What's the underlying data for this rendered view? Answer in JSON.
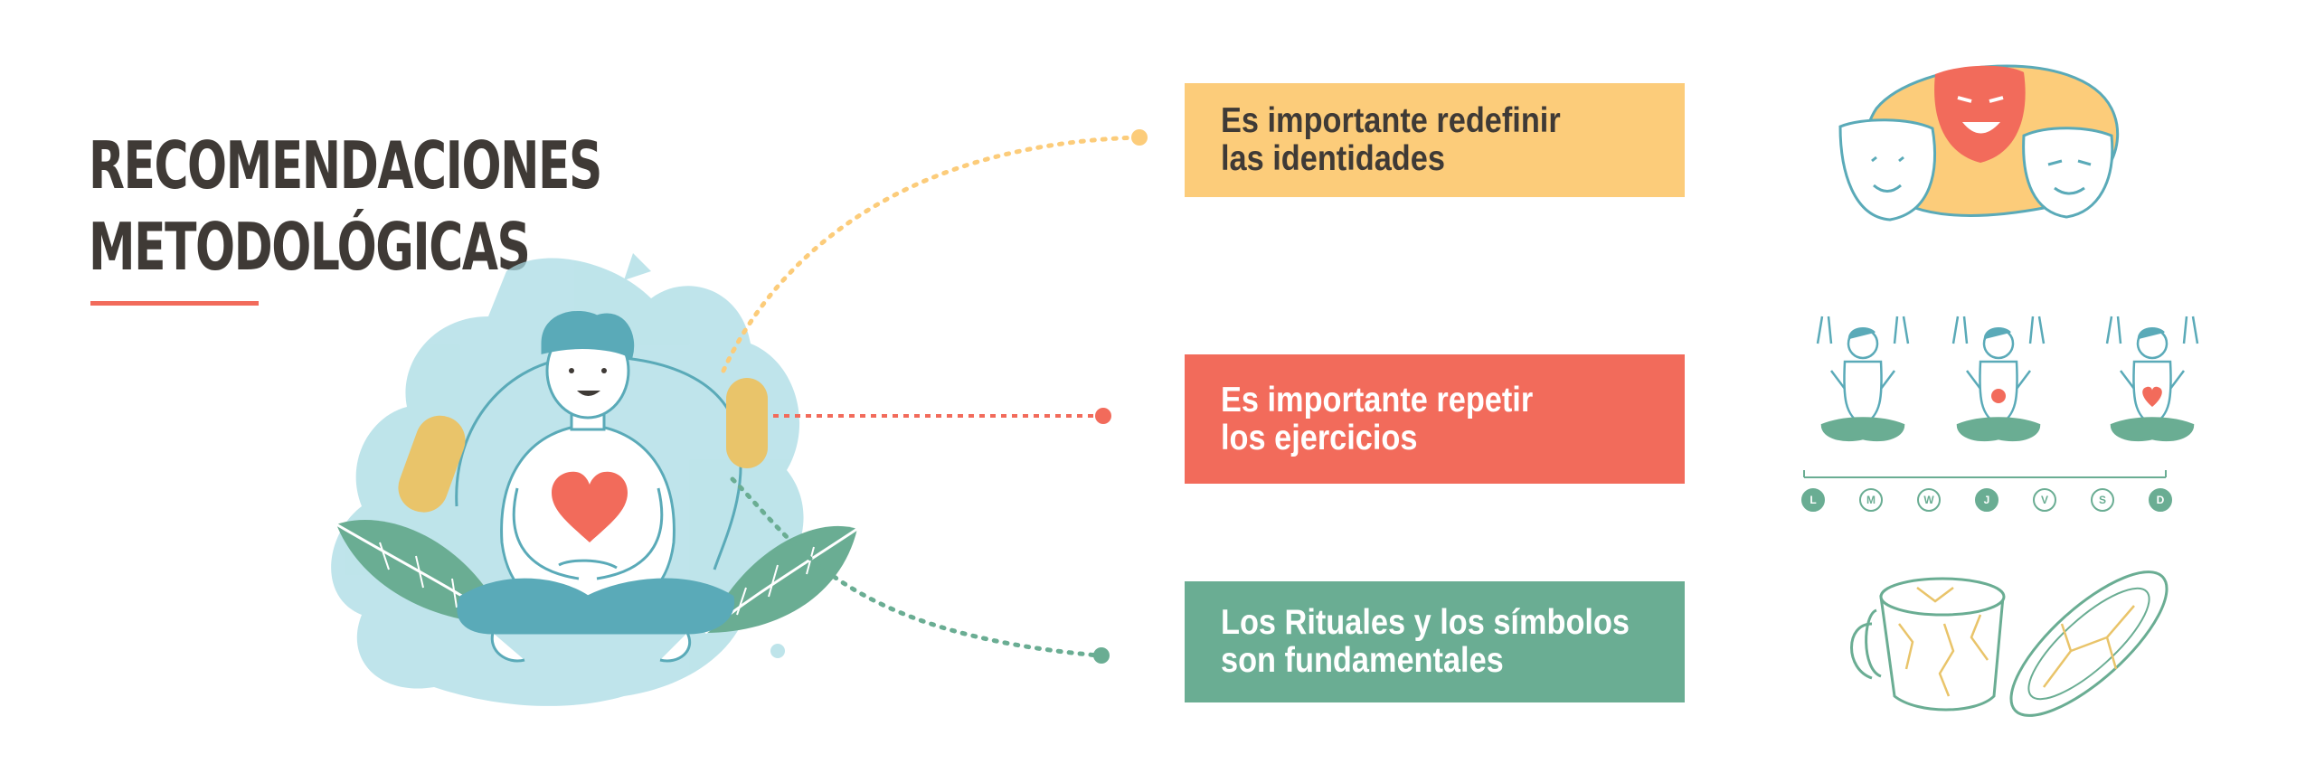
{
  "title": {
    "line1": "RECOMENDACIONES",
    "line2": "METODOLÓGICAS"
  },
  "recommendations": [
    {
      "line1": "Es importante redefinir",
      "line2": "las identidades",
      "color": "#fccc7a",
      "text_color": "#3f3a36",
      "icon": "theater-masks-icon"
    },
    {
      "line1": "Es importante repetir",
      "line2": "los ejercicios",
      "color": "#f26b5b",
      "text_color": "#ffffff",
      "icon": "weekly-meditation-icon"
    },
    {
      "line1": "Los Rituales y los símbolos",
      "line2": "son fundamentales",
      "color": "#6aad93",
      "text_color": "#ffffff",
      "icon": "kintsugi-cup-icon"
    }
  ],
  "week_days": [
    "L",
    "M",
    "W",
    "J",
    "V",
    "S",
    "D"
  ],
  "week_days_filled": [
    true,
    false,
    false,
    true,
    false,
    false,
    true
  ],
  "colors": {
    "title": "#3f3a36",
    "accent_red": "#f26b5b",
    "accent_yellow": "#fccc7a",
    "accent_green": "#6aad93",
    "outline_teal": "#5aaab8",
    "watercolor": "#a9dbe4"
  }
}
